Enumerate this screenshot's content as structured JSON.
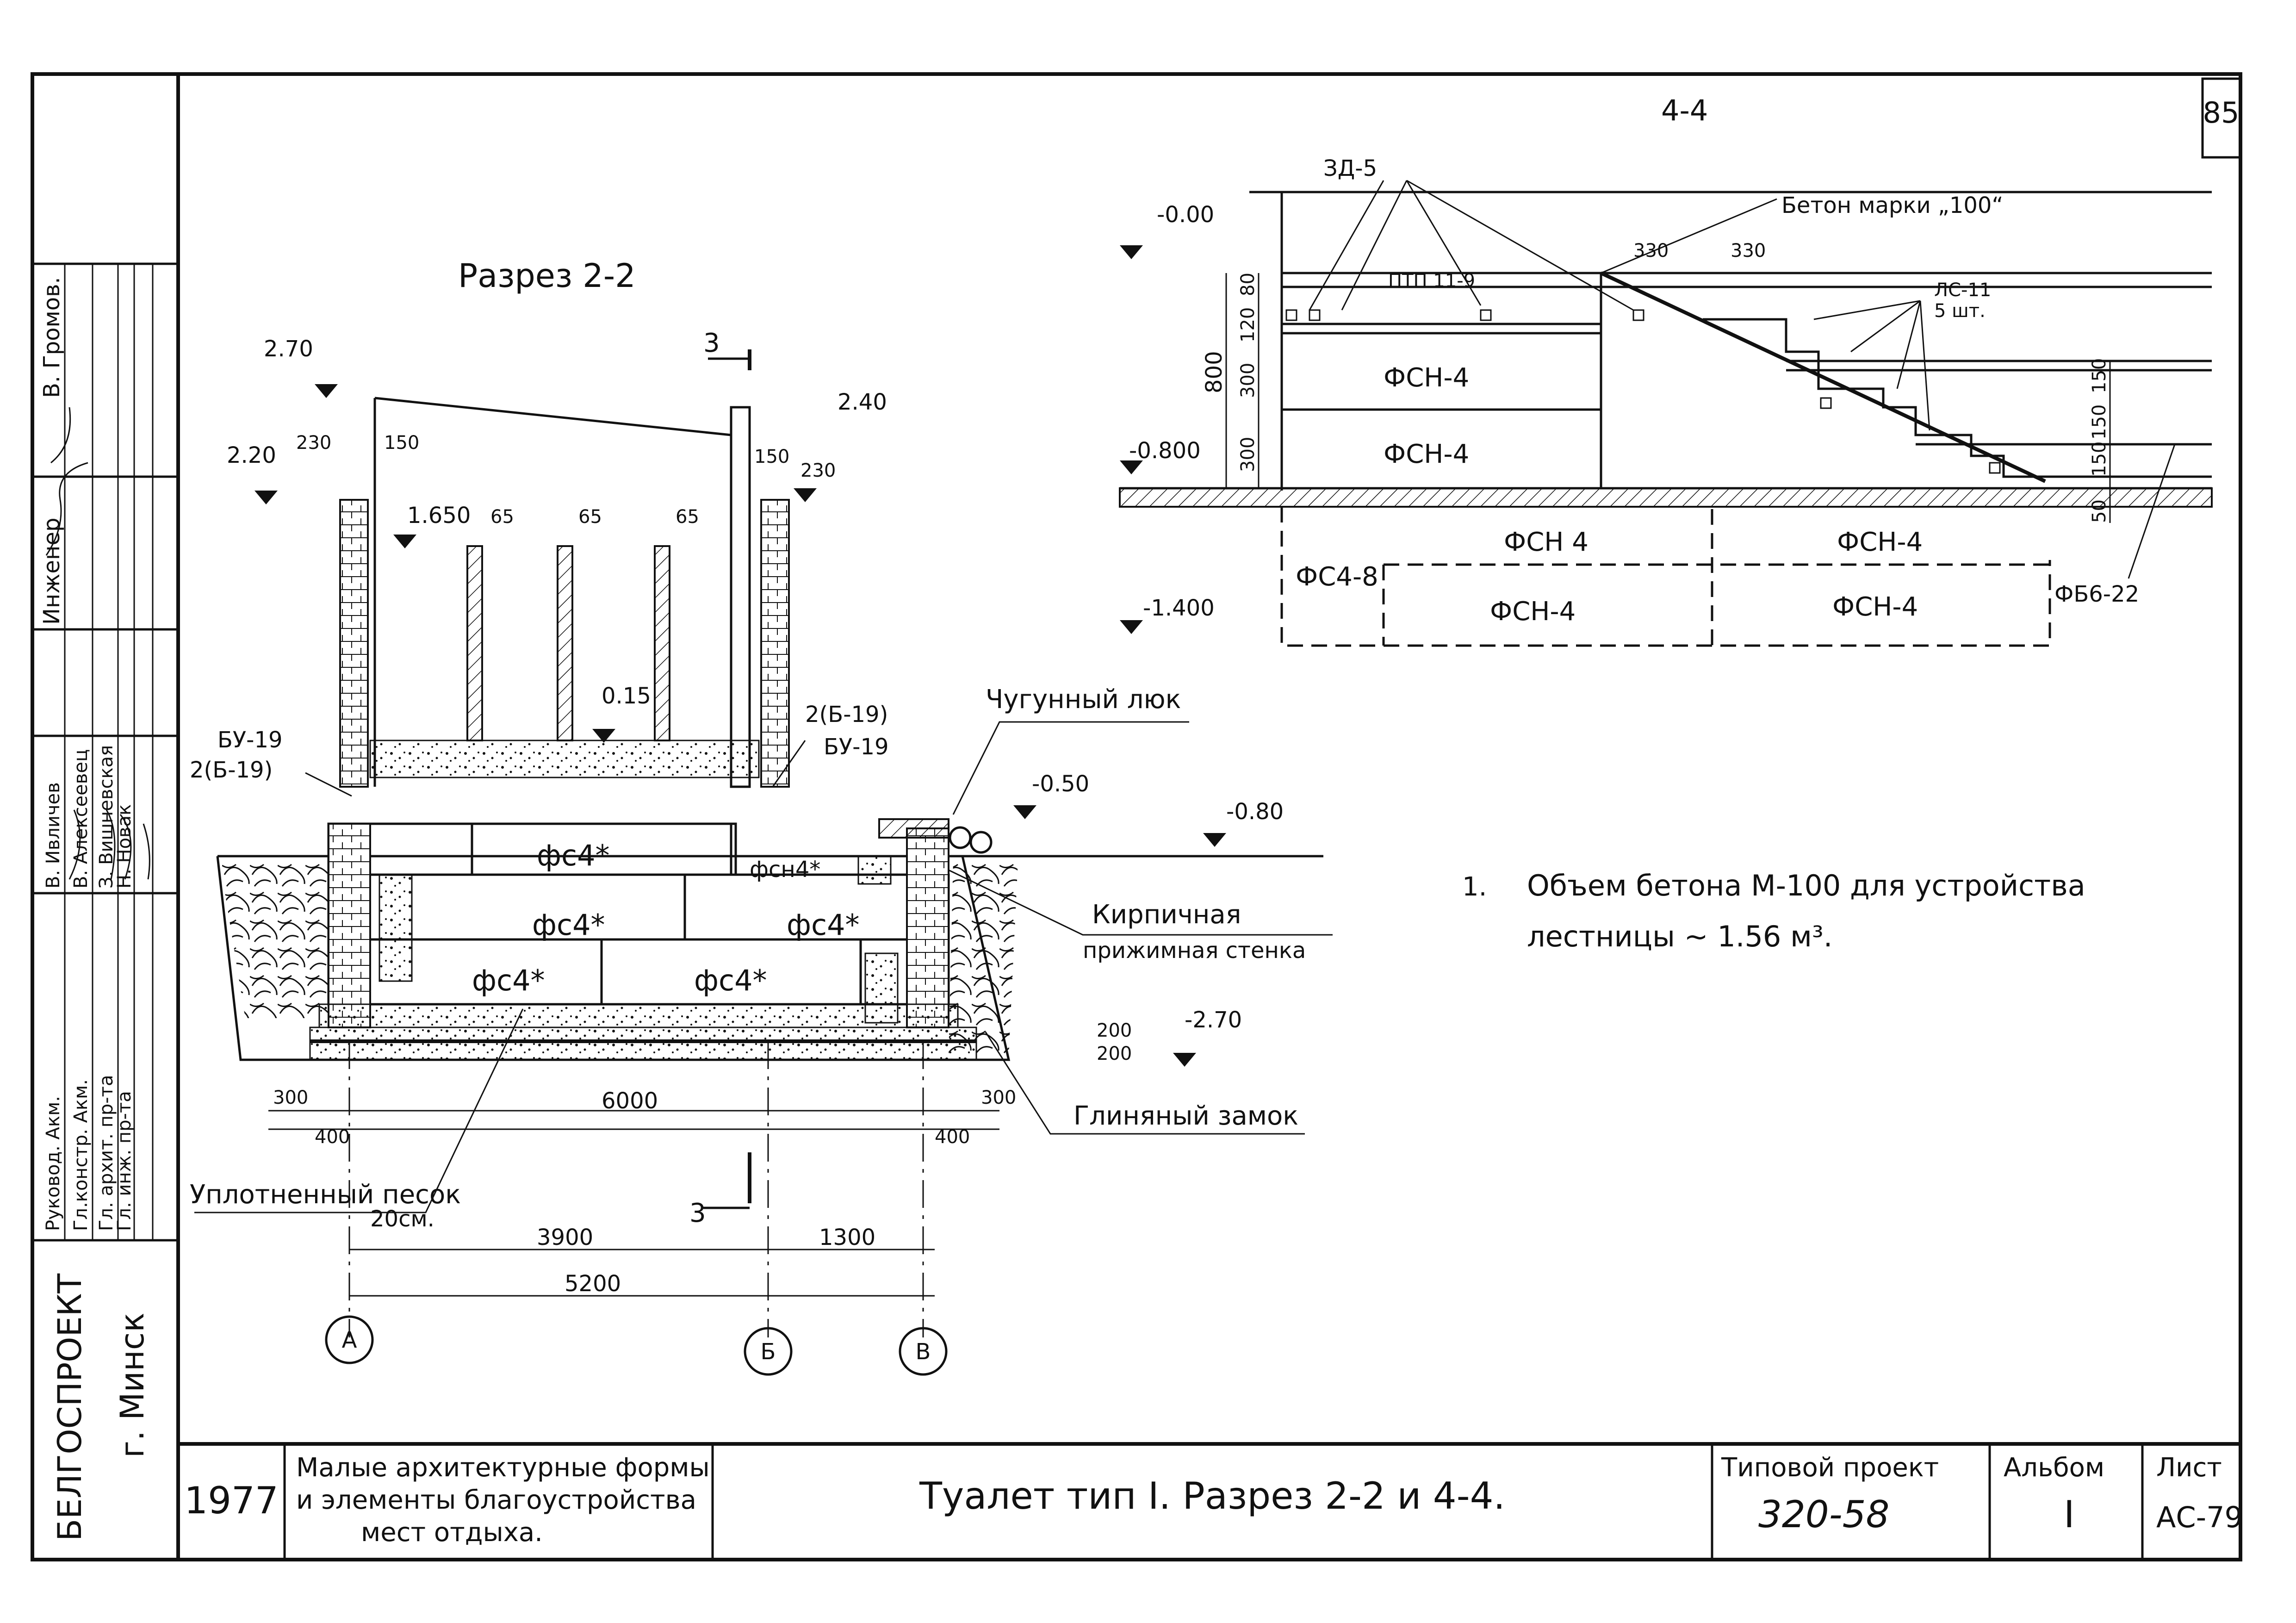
{
  "sheet": {
    "number": "85",
    "org": "БЕЛГОСПРОЕКТ",
    "city": "г. Минск",
    "year": "1977",
    "subject_line1": "Малые архитектурные формы",
    "subject_line2": "и элементы благоустройства",
    "subject_line3": "мест отдыха.",
    "title": "Туалет тип I. Разрез 2-2 и 4-4.",
    "project_label": "Типовой проект",
    "project_value": "320-58",
    "album_label": "Альбом",
    "album_value": "I",
    "list_label": "Лист",
    "list_value": "АС-79"
  },
  "signatures": {
    "roles": [
      "Руковод. Акм.",
      "Гл.констр. Акм.",
      "Гл. архит. пр-та",
      "Гл. инж. пр-та"
    ],
    "names": [
      "В. Ивличев",
      "В. Алексеевец",
      "З. Вишневская",
      "Н. Новак"
    ],
    "engineer_label": "Инженер",
    "engineer_name": "В. Громов."
  },
  "section22": {
    "title": "Разрез 2-2",
    "cut_mark": "3",
    "levels": [
      "2.70",
      "2.40",
      "2.20",
      "1.650",
      "0.15",
      "-0.50",
      "-0.80",
      "-2.70"
    ],
    "dims_top": [
      "230",
      "150",
      "150",
      "230",
      "65",
      "65",
      "65"
    ],
    "blocks": [
      "фс4*",
      "фсн4*",
      "фс4*",
      "фс4*",
      "фс4*",
      "фс4*"
    ],
    "left_labels": [
      "БУ-19",
      "2(Б-19)"
    ],
    "right_labels": [
      "2(Б-19)",
      "БУ-19"
    ],
    "callouts": [
      "Чугунный люк",
      "Кирпичная",
      "прижимная стенка",
      "Глиняный замок",
      "Уплотненный песок",
      "20см."
    ],
    "dims_bottom": [
      "300",
      "6000",
      "300",
      "400",
      "400",
      "200",
      "200",
      "3900",
      "1300",
      "5200"
    ],
    "axes": [
      "А",
      "Б",
      "В"
    ]
  },
  "section44": {
    "title": "4-4",
    "levels": [
      "-0.00",
      "-0.800",
      "-1.400"
    ],
    "labels": [
      "ЗД-5",
      "Бетон марки „100“",
      "ПТП 11-9",
      "ЛС-11",
      "5 шт.",
      "ФСН-4",
      "ФСН-4",
      "ФС4-8",
      "ФСН 4",
      "ФСН-4",
      "ФСН-4",
      "ФСН-4",
      "ФБ6-22"
    ],
    "dims": [
      "330",
      "330",
      "800",
      "120",
      "80",
      "300",
      "300",
      "150",
      "150",
      "150",
      "50"
    ]
  },
  "note": {
    "num": "1.",
    "line1": "Объем бетона М-100 для устройства",
    "line2": "лестницы ~ 1.56 м³."
  }
}
